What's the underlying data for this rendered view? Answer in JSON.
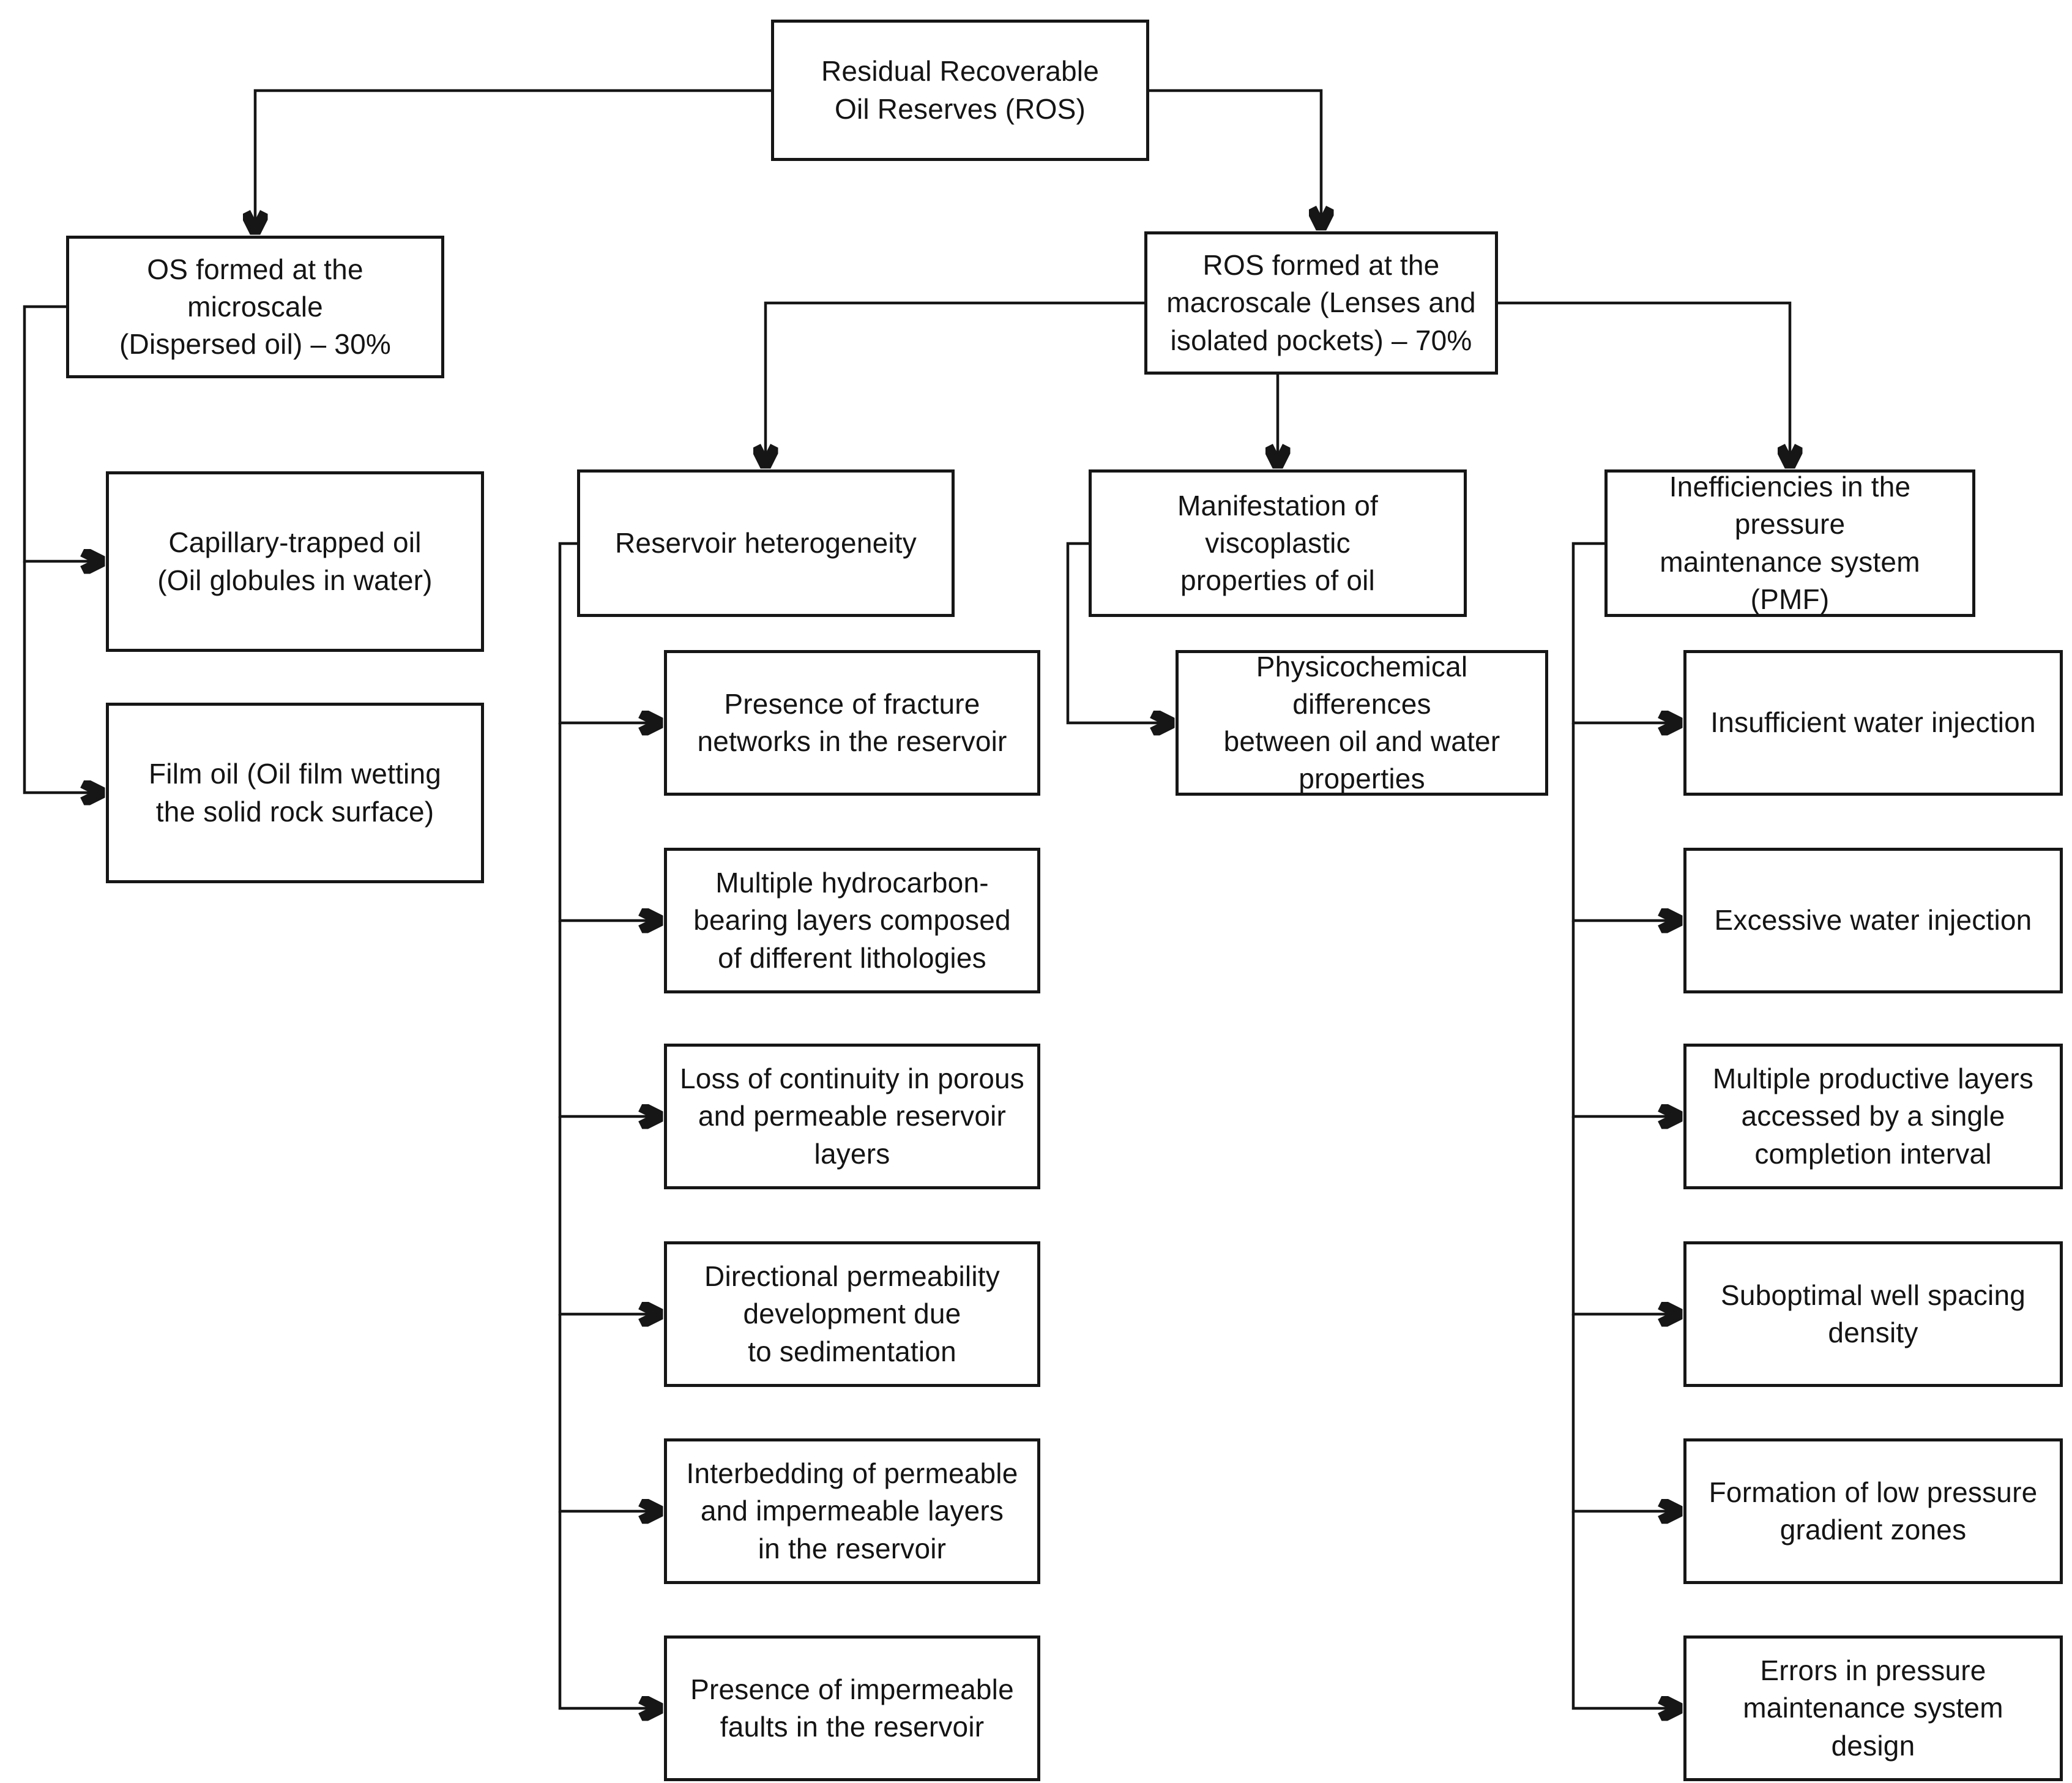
{
  "nodes": {
    "root": {
      "label": "Residual Recoverable\nOil Reserves (ROS)"
    },
    "os_micro": {
      "label": "OS formed at the microscale\n(Dispersed oil) – 30%"
    },
    "ros_macro": {
      "label": "ROS formed at the\nmacroscale (Lenses and\nisolated pockets) – 70%"
    },
    "capillary": {
      "label": "Capillary-trapped oil\n(Oil globules in water)"
    },
    "film": {
      "label": "Film oil (Oil film wetting\nthe solid rock surface)"
    },
    "res_het": {
      "label": "Reservoir heterogeneity"
    },
    "fracture": {
      "label": "Presence of fracture\nnetworks in the reservoir"
    },
    "multi_layers": {
      "label": "Multiple hydrocarbon-\nbearing layers composed\nof different lithologies"
    },
    "loss_continuity": {
      "label": "Loss of continuity in porous\nand permeable reservoir\nlayers"
    },
    "directional": {
      "label": "Directional permeability\ndevelopment due\nto sedimentation"
    },
    "interbedding": {
      "label": "Interbedding of permeable\nand impermeable layers\nin the reservoir"
    },
    "imp_faults": {
      "label": "Presence of impermeable\nfaults in the reservoir"
    },
    "visco": {
      "label": "Manifestation of viscoplastic\nproperties of oil"
    },
    "physico": {
      "label": "Physicochemical differences\nbetween oil and water\nproperties"
    },
    "pmf": {
      "label": "Inefficiencies in the pressure\nmaintenance system (PMF)"
    },
    "insufficient": {
      "label": "Insufficient water injection"
    },
    "excessive": {
      "label": "Excessive water injection"
    },
    "multi_productive": {
      "label": "Multiple productive layers\naccessed by a single\ncompletion interval"
    },
    "suboptimal": {
      "label": "Suboptimal well spacing\ndensity"
    },
    "low_gradient": {
      "label": "Formation of low pressure\ngradient zones"
    },
    "errors_design": {
      "label": "Errors in pressure\nmaintenance system\ndesign"
    }
  },
  "edges": [
    {
      "from": "root",
      "to": "os_micro"
    },
    {
      "from": "root",
      "to": "ros_macro"
    },
    {
      "from": "os_micro",
      "to": "capillary"
    },
    {
      "from": "os_micro",
      "to": "film"
    },
    {
      "from": "ros_macro",
      "to": "res_het"
    },
    {
      "from": "ros_macro",
      "to": "visco"
    },
    {
      "from": "ros_macro",
      "to": "pmf"
    },
    {
      "from": "res_het",
      "to": "fracture"
    },
    {
      "from": "res_het",
      "to": "multi_layers"
    },
    {
      "from": "res_het",
      "to": "loss_continuity"
    },
    {
      "from": "res_het",
      "to": "directional"
    },
    {
      "from": "res_het",
      "to": "interbedding"
    },
    {
      "from": "res_het",
      "to": "imp_faults"
    },
    {
      "from": "visco",
      "to": "physico"
    },
    {
      "from": "pmf",
      "to": "insufficient"
    },
    {
      "from": "pmf",
      "to": "excessive"
    },
    {
      "from": "pmf",
      "to": "multi_productive"
    },
    {
      "from": "pmf",
      "to": "suboptimal"
    },
    {
      "from": "pmf",
      "to": "low_gradient"
    },
    {
      "from": "pmf",
      "to": "errors_design"
    }
  ],
  "colors": {
    "background": "#ffffff",
    "box_fill": "#ffffff",
    "box_border": "#161616",
    "line": "#161616",
    "text": "#141414"
  }
}
